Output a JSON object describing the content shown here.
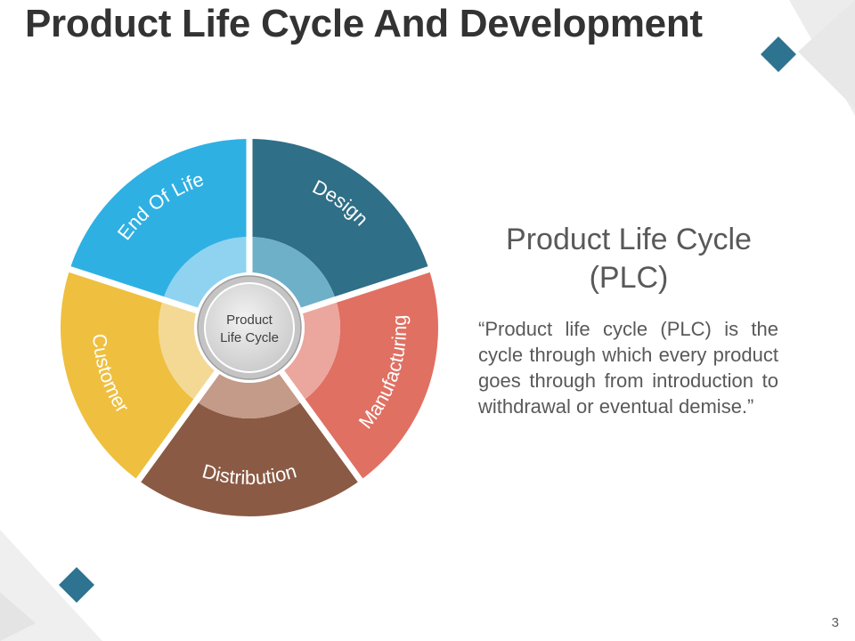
{
  "slide": {
    "title": "Product Life Cycle And Development",
    "page_number": "3"
  },
  "diagram": {
    "center_label_line1": "Product",
    "center_label_line2": "Life Cycle",
    "segments": [
      {
        "label": "Design",
        "color": "#2f6f87",
        "inner_color": "#6fb0c9"
      },
      {
        "label": "Manufacturing",
        "color": "#e07062",
        "inner_color": "#eba69e"
      },
      {
        "label": "Distribution",
        "color": "#8a5a44",
        "inner_color": "#c49a88"
      },
      {
        "label": "Customer",
        "color": "#efbf3f",
        "inner_color": "#f4d995"
      },
      {
        "label": "End Of Life",
        "color": "#2fb0e3",
        "inner_color": "#8fd3f0"
      }
    ]
  },
  "side_panel": {
    "heading_line1": "Product Life Cycle",
    "heading_line2": "(PLC)",
    "body": "“Product life cycle (PLC) is the cycle through which every product goes through from introduction to withdrawal or eventual demise.”"
  },
  "decoration": {
    "accent_color": "#2e7390",
    "light_gray": "#e6e6e6",
    "lighter_gray": "#efefef"
  }
}
